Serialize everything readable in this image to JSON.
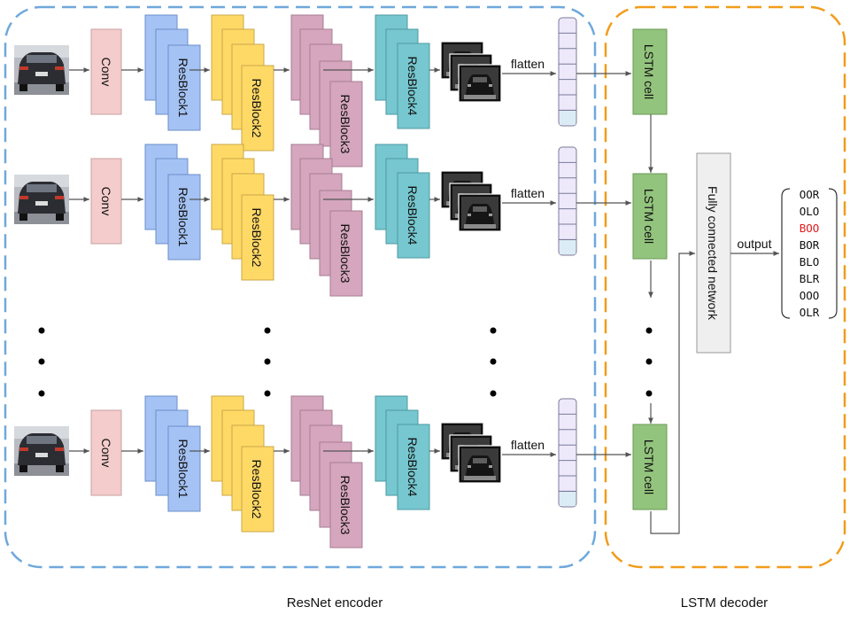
{
  "labels": {
    "conv": "Conv",
    "resblock1": "ResBlock1",
    "resblock2": "ResBlock2",
    "resblock3": "ResBlock3",
    "resblock4": "ResBlock4",
    "flatten": "flatten",
    "lstm_cell": "LSTM cell",
    "fc": "Fully connected network",
    "output": "output",
    "encoder_caption": "ResNet encoder",
    "decoder_caption": "LSTM decoder"
  },
  "outputs": [
    "OOR",
    "OLO",
    "BOO",
    "BOR",
    "BLO",
    "BLR",
    "OOO",
    "OLR"
  ],
  "highlight_output": "BOO",
  "colors": {
    "encoder_border": "#6fa8dc",
    "decoder_border": "#f19c1a",
    "conv_fill": "#f4cccc",
    "resblock1_fill": "#a4c2f4",
    "resblock2_fill": "#ffd966",
    "resblock3_fill": "#d5a6bd",
    "resblock4_fill": "#76c7cf",
    "lstm_fill": "#93c47d",
    "fc_fill": "#efefef",
    "highlight_text": "#e01b1b"
  },
  "icons": {
    "input": "car-rear-photo",
    "feature_maps": "grayscale-feature-map-stack"
  }
}
